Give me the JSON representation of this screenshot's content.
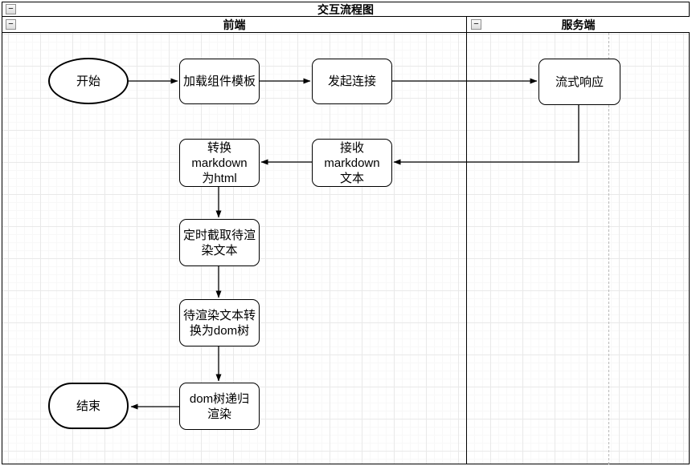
{
  "diagram": {
    "title": "交互流程图",
    "collapse_glyph": "−",
    "lanes": [
      {
        "label": "前端"
      },
      {
        "label": "服务端"
      }
    ]
  },
  "shapes": {
    "start": {
      "label": "开始"
    },
    "end": {
      "label": "结束"
    },
    "load_template": {
      "label": "加载组件模板"
    },
    "init_connection": {
      "label": "发起连接"
    },
    "stream_response": {
      "label": "流式响应"
    },
    "convert_markdown": {
      "lines": [
        "转换",
        "markdown",
        "为html"
      ]
    },
    "receive_markdown": {
      "lines": [
        "接收",
        "markdown",
        "文本"
      ]
    },
    "intercept_text": {
      "lines": [
        "定时截取待渲",
        "染文本"
      ]
    },
    "text_to_dom": {
      "lines": [
        "待渲染文本转",
        "换为dom树"
      ]
    },
    "dom_render": {
      "lines": [
        "dom树递归",
        "渲染"
      ]
    }
  },
  "colors": {
    "stroke": "#000000",
    "grid_major": "#e9e9e9",
    "grid_minor": "#f8f8f8",
    "page_break_line": "#b9b9b9",
    "shape_fill": "#ffffff"
  }
}
